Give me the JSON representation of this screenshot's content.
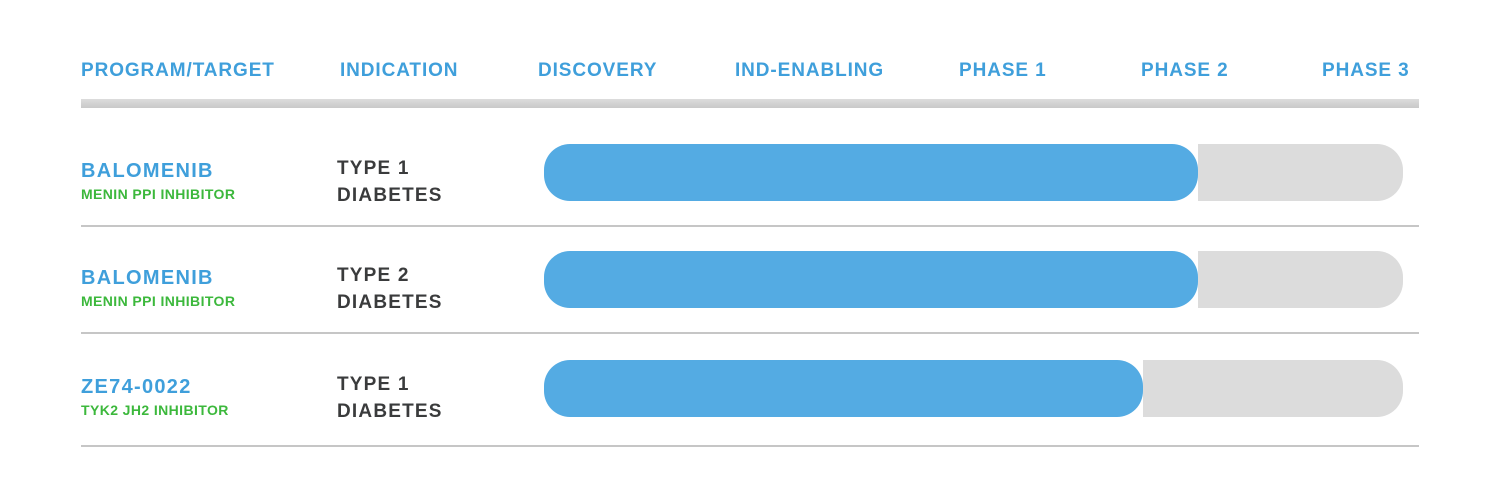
{
  "colors": {
    "header_text": "#3f9fdb",
    "program_text": "#3f9fdb",
    "target_text": "#3cb83c",
    "indication_text": "#3a3b3c",
    "bar_fill": "#54abe3",
    "bar_track": "#dcdcdc",
    "header_rule": "#dcdcdc",
    "divider": "#c6c6c6"
  },
  "header": {
    "columns": [
      "PROGRAM/TARGET",
      "INDICATION",
      "DISCOVERY",
      "IND-ENABLING",
      "PHASE 1",
      "PHASE 2",
      "PHASE 3"
    ]
  },
  "chart_data": {
    "type": "bar",
    "title": "Clinical development pipeline",
    "stages": [
      "DISCOVERY",
      "IND-ENABLING",
      "PHASE 1",
      "PHASE 2",
      "PHASE 3"
    ],
    "legend_position": "none",
    "rows": [
      {
        "program": "BALOMENIB",
        "target": "MENIN PPI INHIBITOR",
        "indication_line1": "TYPE 1",
        "indication_line2": "DIABETES",
        "progress_stage": "PHASE 2",
        "progress_pct_of_track": 76.1
      },
      {
        "program": "BALOMENIB",
        "target": "MENIN PPI INHIBITOR",
        "indication_line1": "TYPE 2",
        "indication_line2": "DIABETES",
        "progress_stage": "PHASE 2",
        "progress_pct_of_track": 76.1
      },
      {
        "program": "ZE74-0022",
        "target": "TYK2 JH2 INHIBITOR",
        "indication_line1": "TYPE 1",
        "indication_line2": "DIABETES",
        "progress_stage": "PHASE 2",
        "progress_pct_of_track": 69.7
      }
    ]
  }
}
